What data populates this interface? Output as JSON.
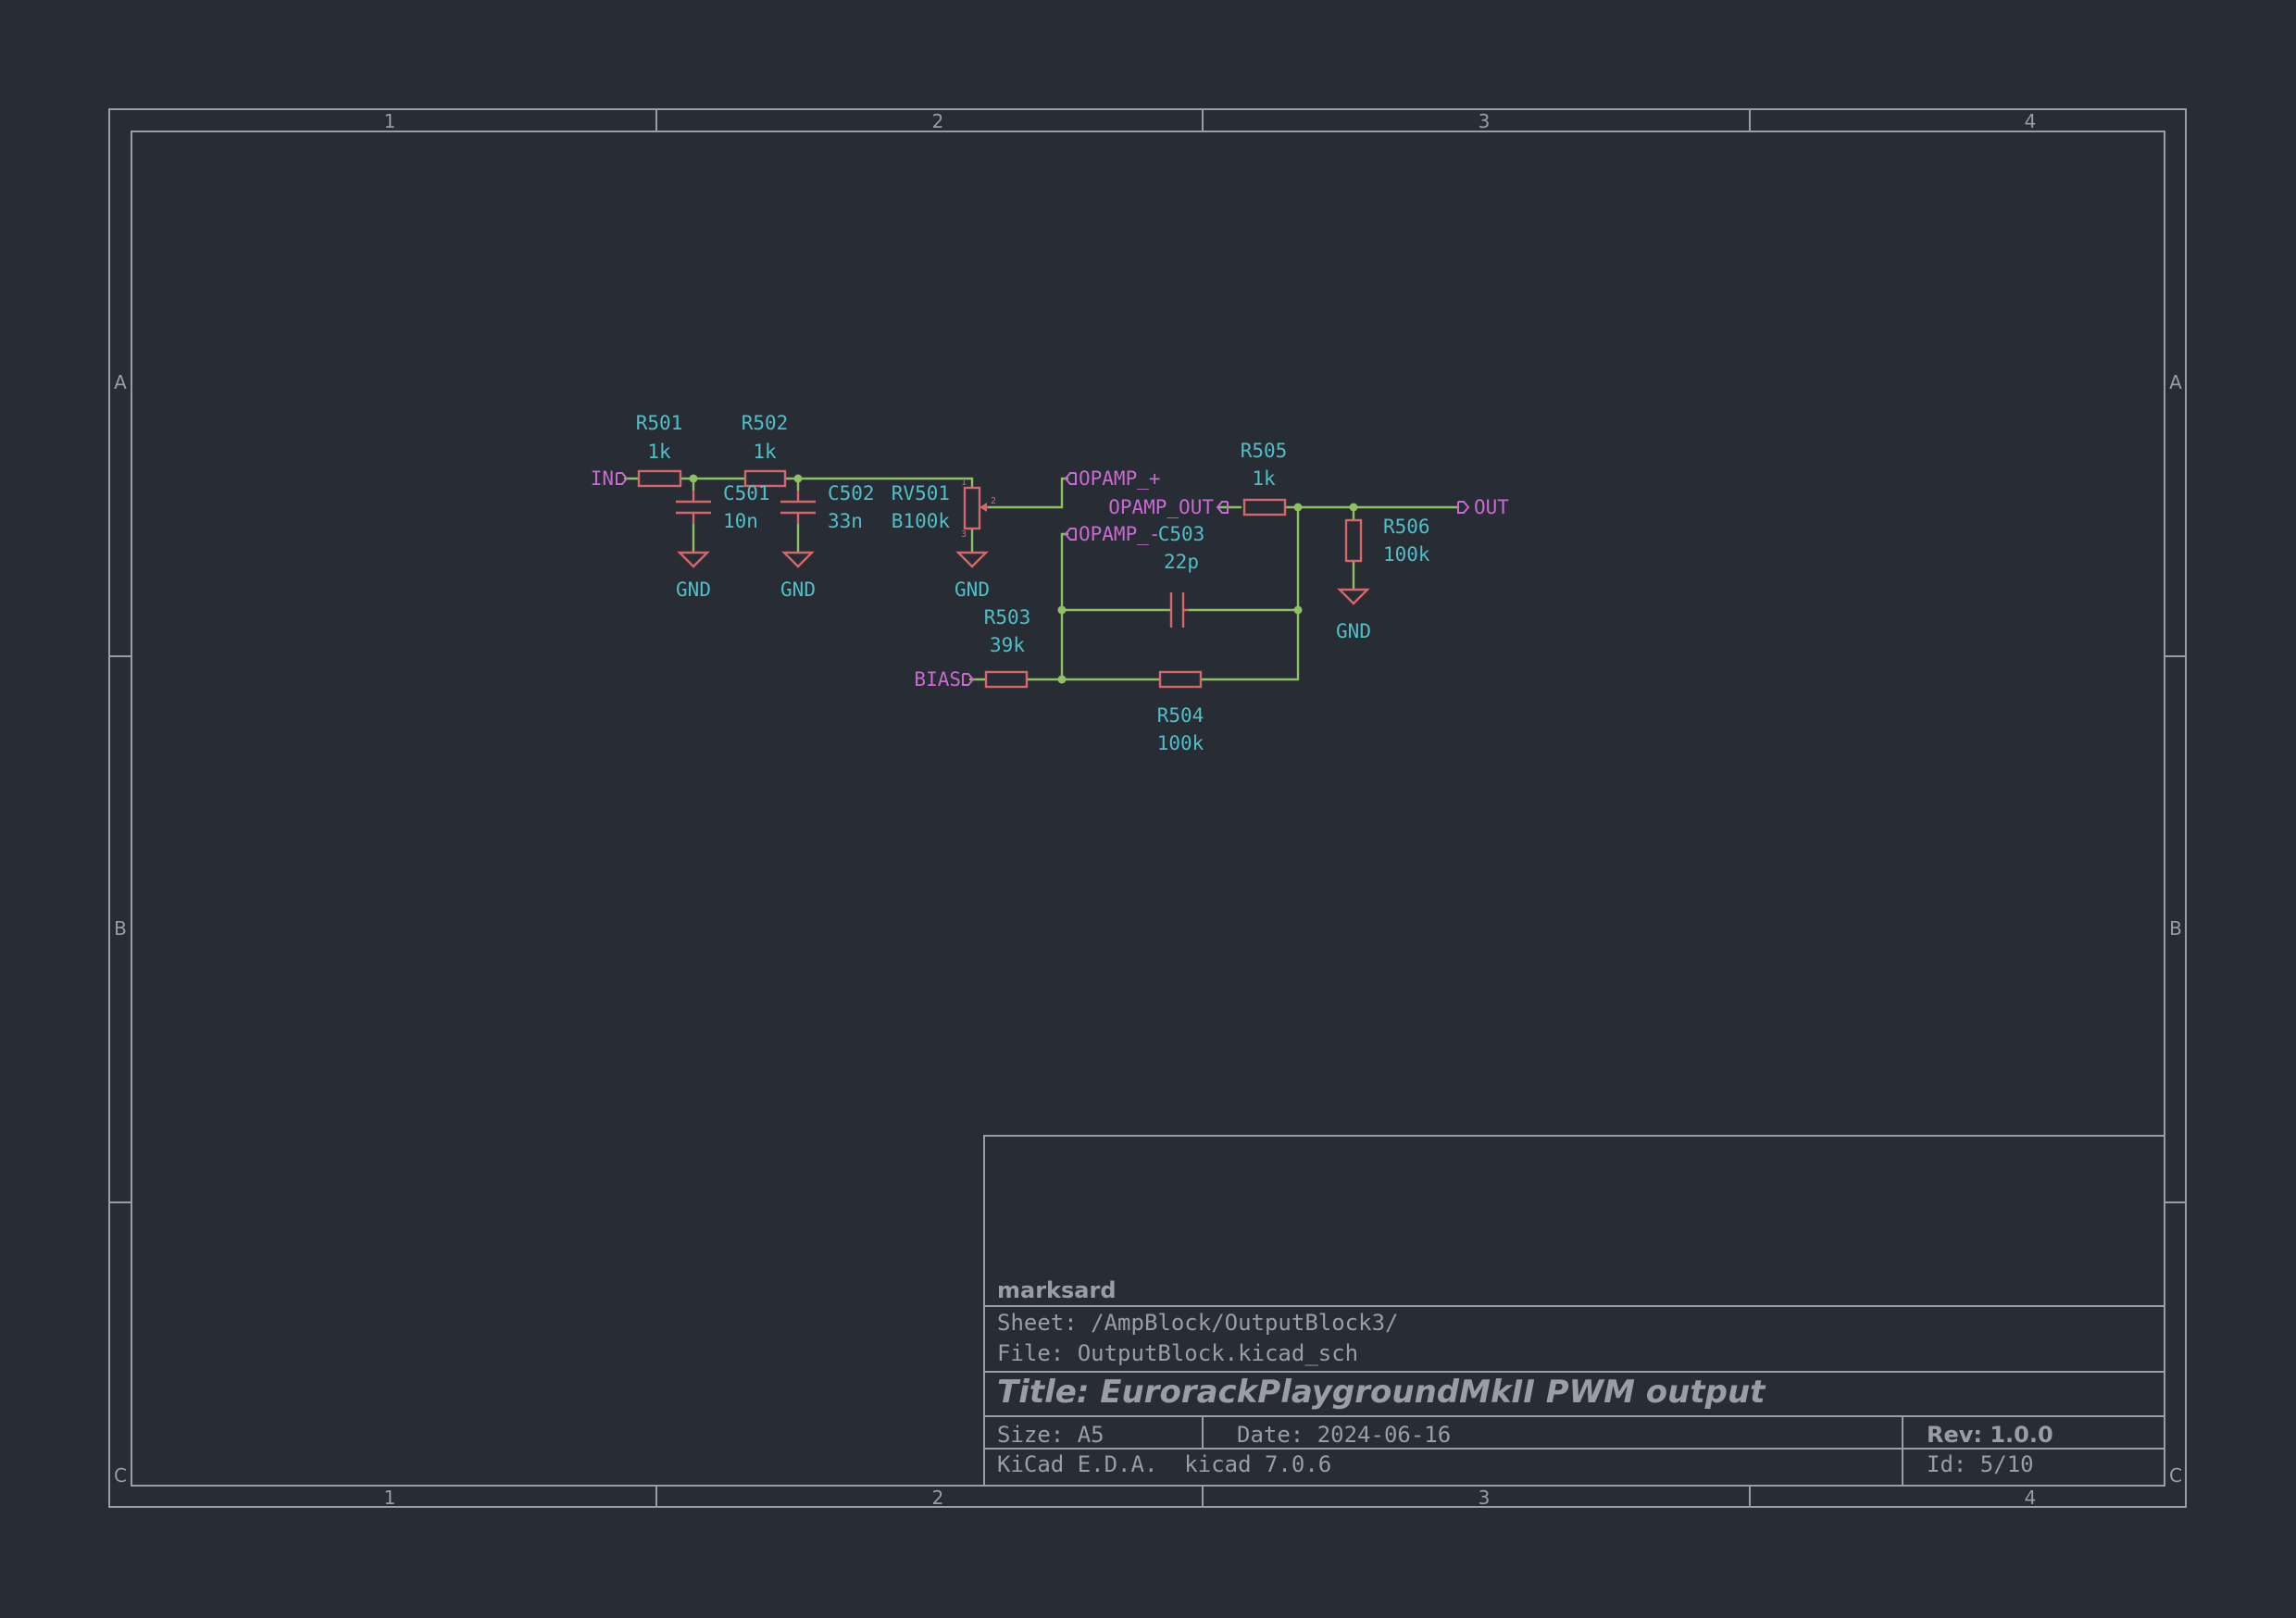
{
  "sheet_frame": {
    "column_labels": [
      "1",
      "2",
      "3",
      "4"
    ],
    "row_labels": [
      "A",
      "B",
      "C"
    ]
  },
  "labels": {
    "in": "IN",
    "bias": "BIAS",
    "opamp_plus": "OPAMP_+",
    "opamp_minus": "OPAMP_-",
    "opamp_out": "OPAMP_OUT",
    "out": "OUT"
  },
  "components": {
    "r501": {
      "ref": "R501",
      "value": "1k"
    },
    "r502": {
      "ref": "R502",
      "value": "1k"
    },
    "c501": {
      "ref": "C501",
      "value": "10n"
    },
    "c502": {
      "ref": "C502",
      "value": "33n"
    },
    "rv501": {
      "ref": "RV501",
      "value": "B100k"
    },
    "r503": {
      "ref": "R503",
      "value": "39k"
    },
    "r504": {
      "ref": "R504",
      "value": "100k"
    },
    "c503": {
      "ref": "C503",
      "value": "22p"
    },
    "r505": {
      "ref": "R505",
      "value": "1k"
    },
    "r506": {
      "ref": "R506",
      "value": "100k"
    }
  },
  "power": {
    "gnd1": "GND",
    "gnd2": "GND",
    "gnd3": "GND",
    "gnd4": "GND"
  },
  "pin_numbers": {
    "rv_pin2": "2",
    "rv_pin1": "1",
    "rv_pin3": "3"
  },
  "title_block": {
    "company": "marksard",
    "sheet": "Sheet: /AmpBlock/OutputBlock3/",
    "file": "File: OutputBlock.kicad_sch",
    "title": "Title: EurorackPlaygroundMkII PWM output",
    "size": "Size: A5",
    "date": "Date: 2024-06-16",
    "rev": "Rev: 1.0.0",
    "tool": "KiCad E.D.A.  kicad 7.0.6",
    "id": "Id: 5/10"
  },
  "colors": {
    "background": "#282c34",
    "wire": "#8fc063",
    "component": "#d5666c",
    "reference_text": "#4fbfc8",
    "label": "#c86ad0",
    "frame": "#9a9da6"
  }
}
